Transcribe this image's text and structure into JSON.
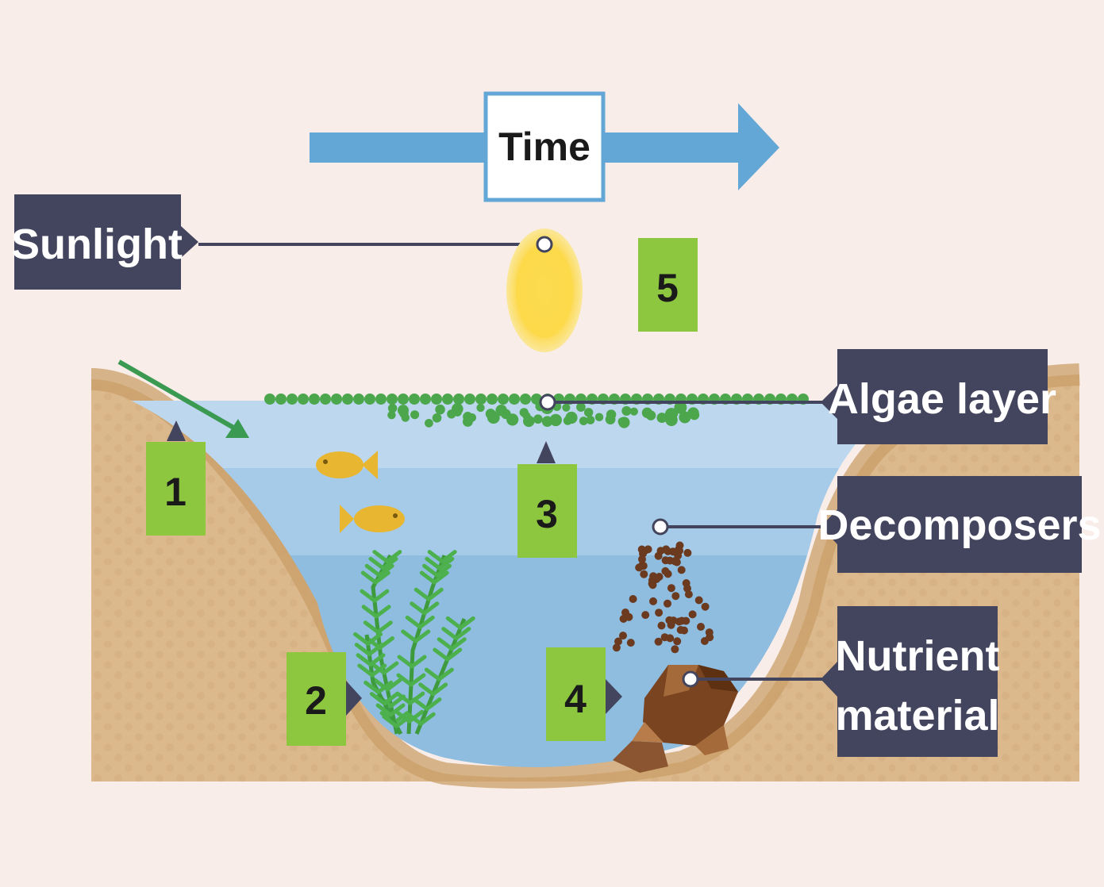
{
  "colors": {
    "background": "#f9ede9",
    "soil": "#dcb98c",
    "soil_edge": "#c99f68",
    "water_top": "#bcd7ee",
    "water_mid": "#a6cbe8",
    "water_deep": "#8fbde0",
    "time_arrow": "#63a7d6",
    "label_box": "#43445e",
    "number_box": "#8dc63f",
    "algae": "#4ca64c",
    "fish": "#e8b631",
    "sun": "#fcd94a",
    "decomposers": "#6b3a1f",
    "nutrient": "#6e3b1a"
  },
  "time_label": "Time",
  "labels": {
    "sunlight": "Sunlight",
    "algae_layer": "Algae layer",
    "decomposers": "Decomposers",
    "nutrient_line1": "Nutrient",
    "nutrient_line2": "material"
  },
  "steps": [
    "1",
    "2",
    "3",
    "4",
    "5"
  ],
  "icons": [
    "sun-icon",
    "fish-icon",
    "water-plant-icon",
    "nutrient-rock-icon",
    "time-arrow-icon"
  ]
}
